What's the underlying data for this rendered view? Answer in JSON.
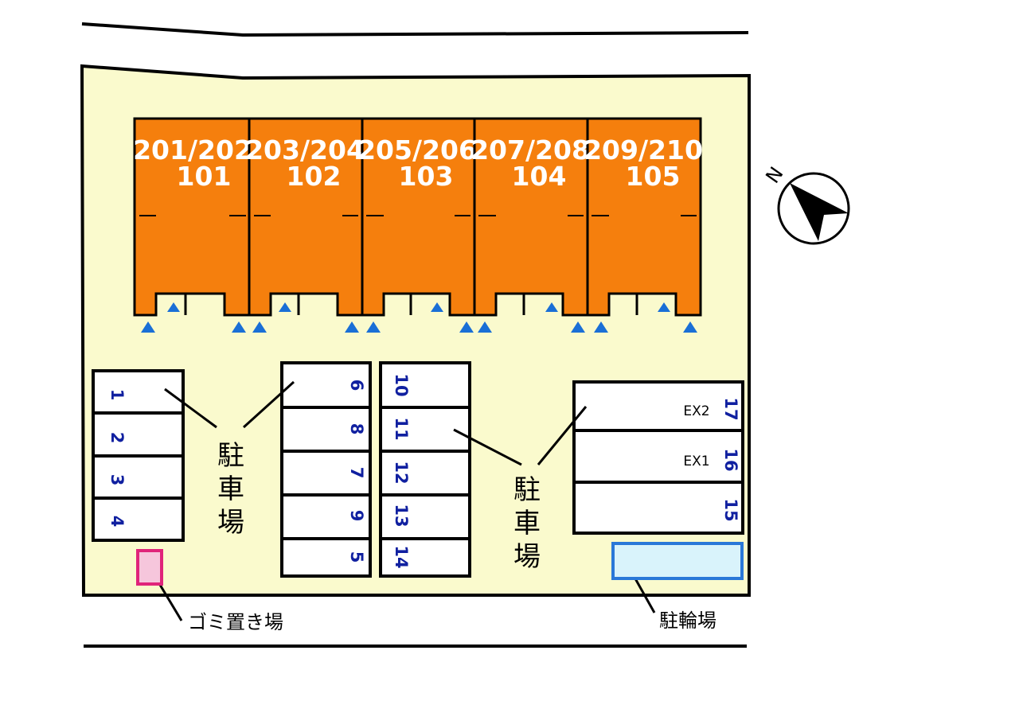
{
  "units": [
    {
      "upper": "201/202",
      "lower": "101"
    },
    {
      "upper": "203/204",
      "lower": "102"
    },
    {
      "upper": "205/206",
      "lower": "103"
    },
    {
      "upper": "207/208",
      "lower": "104"
    },
    {
      "upper": "209/210",
      "lower": "105"
    }
  ],
  "parking": {
    "left_column": [
      "1",
      "2",
      "3",
      "4"
    ],
    "center_left_column": [
      "6",
      "8",
      "7",
      "9",
      "5"
    ],
    "center_right_column": [
      "10",
      "11",
      "12",
      "13",
      "14"
    ],
    "right_block": [
      {
        "num": "17",
        "label": "EX2"
      },
      {
        "num": "16",
        "label": "EX1"
      },
      {
        "num": "15",
        "label": ""
      }
    ],
    "label_char_1": "駐",
    "label_char_2": "車",
    "label_char_3": "場"
  },
  "legend": {
    "garbage": "ゴミ置き場",
    "bicycle": "駐輪場"
  },
  "compass": {
    "north_label": "N"
  },
  "colors": {
    "lot_fill": "#fafacd",
    "building": "#f57f0d",
    "entry_arrow": "#1a6fd6",
    "garbage_fill": "#f6c6dc",
    "garbage_border": "#e0247a",
    "bicycle_fill": "#d9f3fb",
    "bicycle_border": "#2a78d8",
    "number_text": "#1020a0"
  }
}
